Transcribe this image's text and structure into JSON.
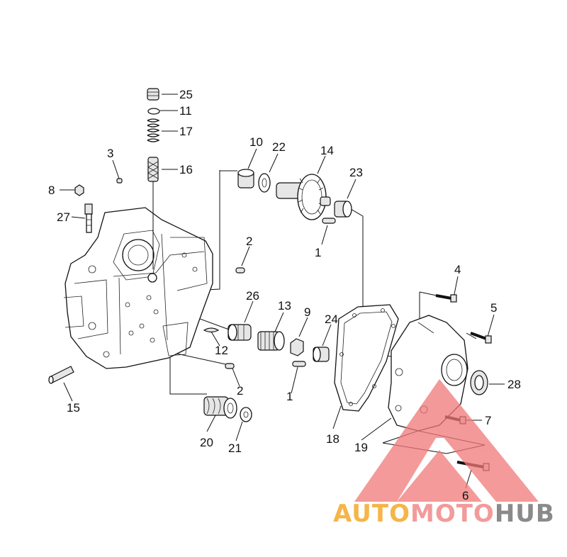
{
  "callouts": [
    {
      "id": "25",
      "text": "25"
    },
    {
      "id": "11",
      "text": "11"
    },
    {
      "id": "17",
      "text": "17"
    },
    {
      "id": "16",
      "text": "16"
    },
    {
      "id": "3",
      "text": "3"
    },
    {
      "id": "8",
      "text": "8"
    },
    {
      "id": "27",
      "text": "27"
    },
    {
      "id": "10",
      "text": "10"
    },
    {
      "id": "22",
      "text": "22"
    },
    {
      "id": "14",
      "text": "14"
    },
    {
      "id": "23",
      "text": "23"
    },
    {
      "id": "2a",
      "text": "2"
    },
    {
      "id": "1a",
      "text": "1"
    },
    {
      "id": "26",
      "text": "26"
    },
    {
      "id": "13",
      "text": "13"
    },
    {
      "id": "9",
      "text": "9"
    },
    {
      "id": "24",
      "text": "24"
    },
    {
      "id": "12",
      "text": "12"
    },
    {
      "id": "2b",
      "text": "2"
    },
    {
      "id": "1b",
      "text": "1"
    },
    {
      "id": "15",
      "text": "15"
    },
    {
      "id": "20",
      "text": "20"
    },
    {
      "id": "21",
      "text": "21"
    },
    {
      "id": "18",
      "text": "18"
    },
    {
      "id": "19",
      "text": "19"
    },
    {
      "id": "4",
      "text": "4"
    },
    {
      "id": "5",
      "text": "5"
    },
    {
      "id": "28",
      "text": "28"
    },
    {
      "id": "7",
      "text": "7"
    },
    {
      "id": "6",
      "text": "6"
    }
  ],
  "watermark": {
    "part1": "AUTO",
    "part2": "MOTO",
    "part3": "HUB",
    "color1": "#f5b547",
    "color2": "#f39a9a",
    "color3": "#8a8a8a",
    "logo_color": "#f07878"
  }
}
